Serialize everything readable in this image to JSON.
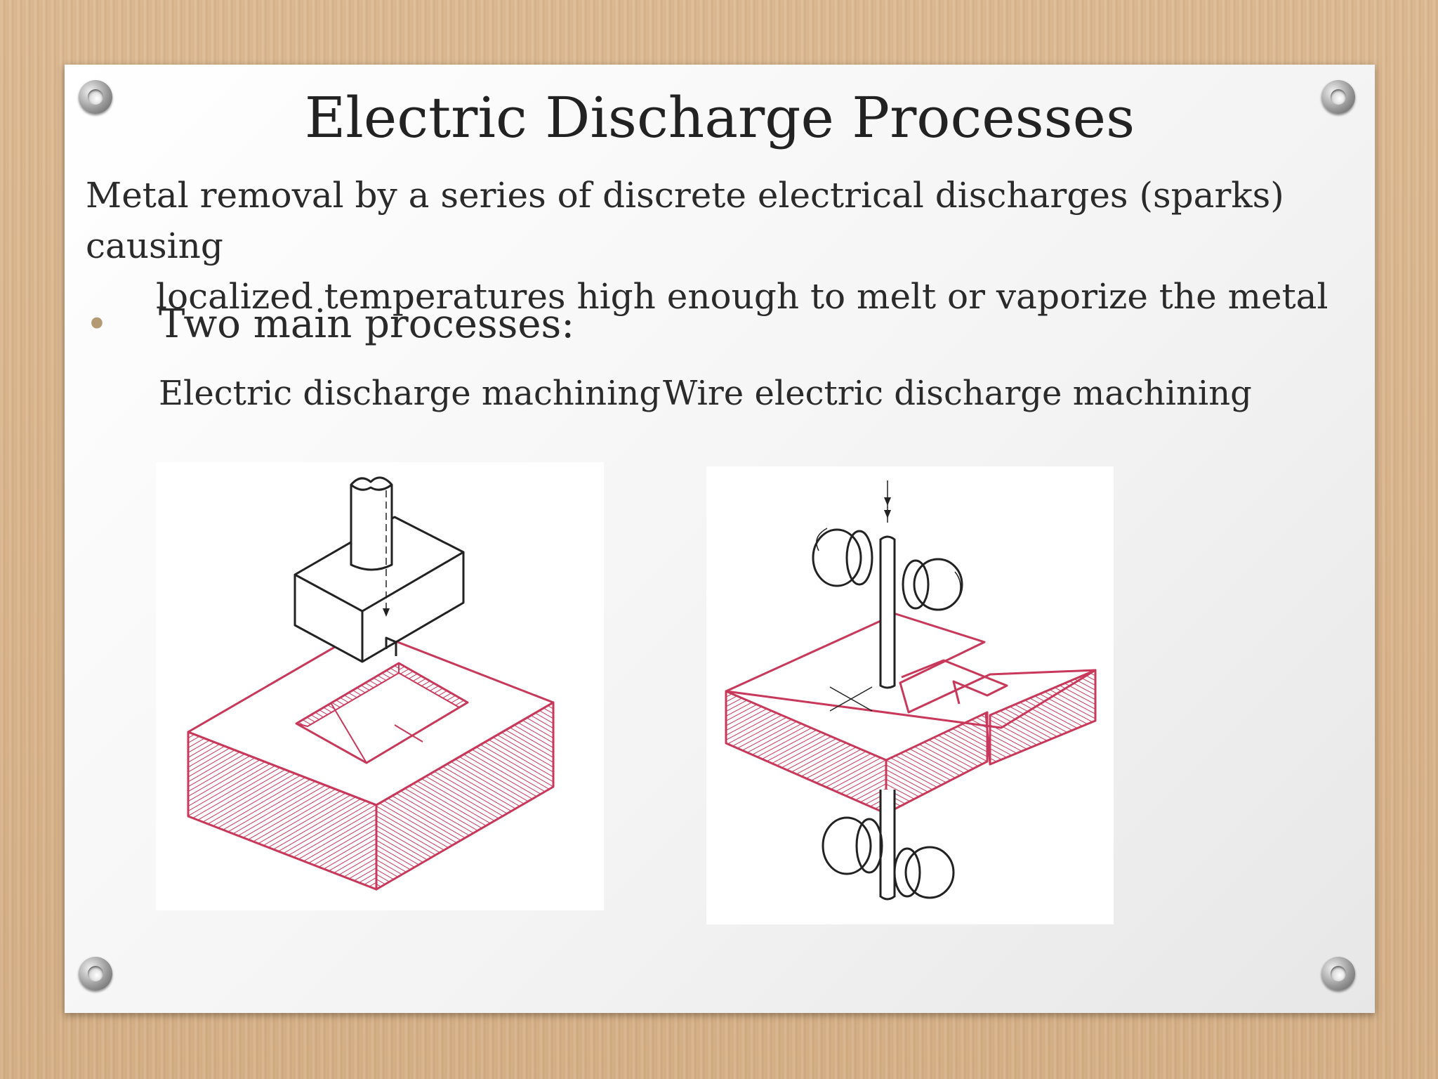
{
  "slide": {
    "title": "Electric Discharge Processes",
    "intro_line1": "Metal removal by a series of discrete electrical discharges (sparks) causing",
    "intro_line2": "localized temperatures high enough to melt or vaporize the metal",
    "bullet_marker": "•",
    "bullet_text": "Two main processes:",
    "captions": {
      "edm": "Electric discharge machining",
      "wire_edm": "Wire electric discharge machining"
    }
  },
  "colors": {
    "workpiece_outline": "#c8385a",
    "tool_outline": "#222222",
    "bullet": "#b49a73",
    "background_wood": "#d9b58c"
  },
  "icons": [
    "grommet-icon"
  ]
}
